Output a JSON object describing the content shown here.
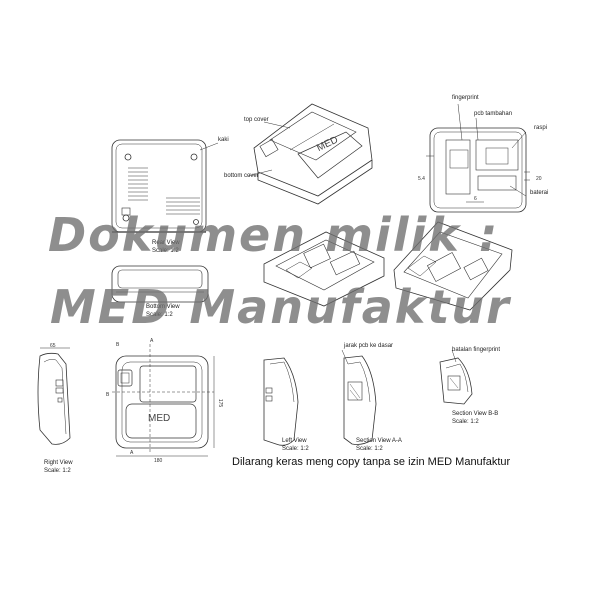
{
  "labels": {
    "kaki": "kaki",
    "top_cover": "top cover",
    "bottom_cover": "bottom cover",
    "fingerprint": "fingerprint",
    "pcb_tambahan": "pcb tambahan",
    "raspi": "raspi",
    "baterai": "baterai",
    "jarak_pcb": "jarak pcb ke dasar",
    "batalan_fingerprint": "batalan fingerprint",
    "med_logo": "MED"
  },
  "views": {
    "rear": {
      "title": "Rear View",
      "scale": "Scale: 1:2"
    },
    "bottom": {
      "title": "Bottom View",
      "scale": "Scale: 1:2"
    },
    "right": {
      "title": "Right View",
      "scale": "Scale: 1:2"
    },
    "left": {
      "title": "Left View",
      "scale": "Scale: 1:2"
    },
    "section_aa": {
      "title": "Section View A-A",
      "scale": "Scale: 1:2"
    },
    "section_bb": {
      "title": "Section View B-B",
      "scale": "Scale: 1:2"
    }
  },
  "dimensions": {
    "d65": "65",
    "d180": "180",
    "d175": "175",
    "d54": "5.4",
    "d20": "20",
    "d6": "6",
    "a": "A",
    "b": "B"
  },
  "watermark": {
    "line1": "Dokumen milik :",
    "line2": "MED Manufaktur"
  },
  "notice": "Dilarang keras meng copy tanpa se izin MED Manufaktur"
}
